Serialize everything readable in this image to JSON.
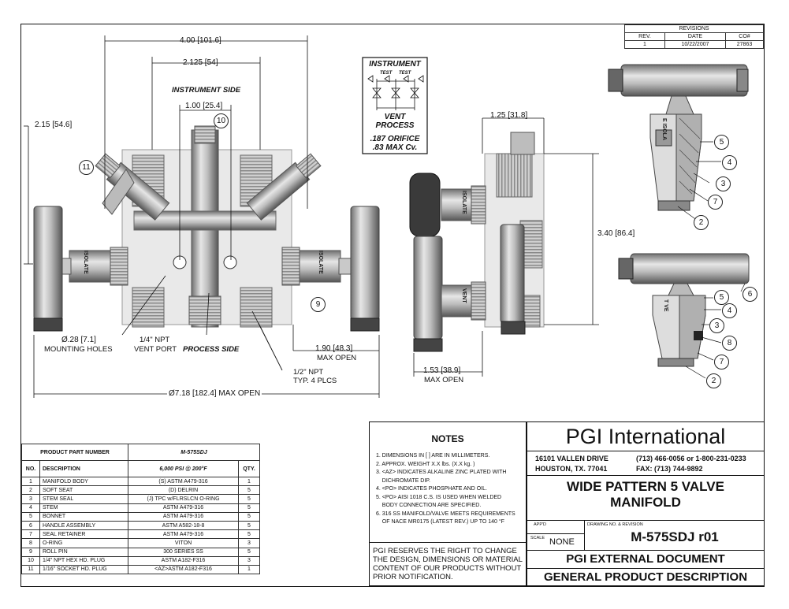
{
  "revisions": {
    "title": "REVISIONS",
    "headers": [
      "REV.",
      "DATE",
      "CO#"
    ],
    "rows": [
      [
        "1",
        "10/22/2007",
        "27863"
      ]
    ]
  },
  "views": {
    "instrument_side": "INSTRUMENT SIDE",
    "process_side": "PROCESS SIDE",
    "dim_400": "4.00 [101.6]",
    "dim_2125": "2.125 [54]",
    "dim_100": "1.00 [25.4]",
    "dim_215": "2.15 [54.6]",
    "dim_028": "Ø.28 [7.1]",
    "mounting_holes": "MOUNTING HOLES",
    "npt_14": "1/4\" NPT",
    "vent_port": "VENT PORT",
    "npt_12": "1/2\" NPT",
    "typ_4": "TYP. 4 PLCS",
    "dim_190": "1.90 [48.3]",
    "max_open": "MAX OPEN",
    "dim_718": "Ø7.18 [182.4]  MAX OPEN",
    "dim_125": "1.25 [31.8]",
    "dim_340": "3.40 [86.4]",
    "dim_153": "1.53 [38.9]",
    "max_open_2": "MAX OPEN"
  },
  "schematic": {
    "instrument": "INSTRUMENT",
    "test1": "TEST",
    "test2": "TEST",
    "vent": "VENT",
    "process": "PROCESS",
    "orifice": ".187 ORIFICE",
    "cv": ".83 MAX Cv."
  },
  "balloons": {
    "b10": "10",
    "b11": "11",
    "b9": "9",
    "r5": "5",
    "r4": "4",
    "r3": "3",
    "r7": "7",
    "r2": "2",
    "s6": "6",
    "s5": "5",
    "s4": "4",
    "s3": "3",
    "s8": "8",
    "s7": "7",
    "s2": "2"
  },
  "body_text": {
    "isolate1": "ISOLATE",
    "isolate2": "ISOLATE",
    "isolate3": "ISOLATE",
    "isolate4": "E ISOLA",
    "vent1": "VENT",
    "vent2": "T VE"
  },
  "parts": {
    "product_part_number_label": "PRODUCT PART NUMBER",
    "product_part_number": "M-575SDJ",
    "headers": [
      "NO.",
      "DESCRIPTION",
      "6,000 PSI @ 200°F",
      "QTY."
    ],
    "rows": [
      [
        "1",
        "MANIFOLD BODY",
        "(S)     ASTM A479-316",
        "1"
      ],
      [
        "2",
        "SOFT SEAT",
        "(D)    DELRIN",
        "5"
      ],
      [
        "3",
        "STEM SEAL",
        "(J) TPC w/FLRSLCN O-RING",
        "5"
      ],
      [
        "4",
        "STEM",
        "ASTM A479-316",
        "5"
      ],
      [
        "5",
        "BONNET",
        "ASTM A479-316",
        "5"
      ],
      [
        "6",
        "HANDLE ASSEMBLY",
        "ASTM A582-18-8",
        "5"
      ],
      [
        "7",
        "SEAL RETAINER",
        "ASTM A479-316",
        "5"
      ],
      [
        "8",
        "O-RING",
        "VITON",
        "3"
      ],
      [
        "9",
        "ROLL PIN",
        "300 SERIES SS",
        "5"
      ],
      [
        "10",
        "1/4\" NPT HEX HD. PLUG",
        "ASTM A182-F316",
        "3"
      ],
      [
        "11",
        "1/16\" SOCKET HD. PLUG",
        "<AZ>ASTM A182-F316",
        "1"
      ]
    ]
  },
  "notes": {
    "title": "NOTES",
    "items": [
      "1. DIMENSIONS IN [ ] ARE IN MILLIMETERS.",
      "2. APPROX. WEIGHT X.X lbs. (X.X kg. )",
      "3. <AZ> INDICATES ALKALINE ZINC PLATED WITH",
      "    DICHROMATE DIP.",
      "4. <PO> INDICATES PHOSPHATE AND OIL.",
      "5. <PO> AISI 1018 C.S. IS USED WHEN WELDED",
      "    BODY CONNECTION ARE SPECIFIED.",
      "6. 316 SS MANIFOLD/VALVE MEETS REQUIREMENTS",
      "    OF NACE MR0175 (LATEST REV.) UP TO 140 °F"
    ],
    "disclaimer": "PGI RESERVES THE RIGHT TO CHANGE THE DESIGN, DIMENSIONS OR MATERIAL CONTENT OF OUR PRODUCTS WITHOUT PRIOR NOTIFICATION."
  },
  "title_block": {
    "company": "PGI International",
    "address1": "16101 VALLEN DRIVE",
    "address2": "HOUSTON, TX. 77041",
    "phone": "(713) 466-0056 or 1-800-231-0233",
    "fax": "FAX: (713) 744-9892",
    "title1": "WIDE PATTERN 5 VALVE",
    "title2": "MANIFOLD",
    "appd_label": "APP'D",
    "drawing_label": "DRAWING NO. & REVISION",
    "scale_label": "SCALE",
    "scale": "NONE",
    "drawing_no": "M-575SDJ r01",
    "doc_type": "PGI EXTERNAL DOCUMENT",
    "description": "GENERAL PRODUCT DESCRIPTION"
  }
}
